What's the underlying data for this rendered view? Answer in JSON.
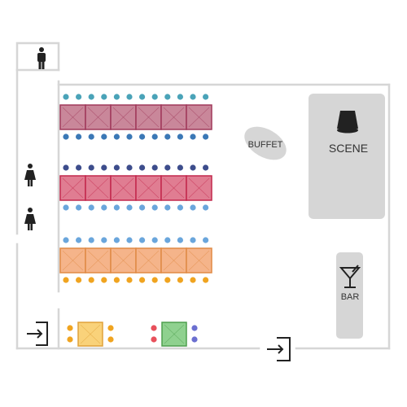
{
  "colors": {
    "wall": "#d6d6d6",
    "zone": "#d6d6d6",
    "table_row1_fill": "#c9879a",
    "table_row1_stroke": "#a0395a",
    "table_row2_fill": "#e07d92",
    "table_row2_stroke": "#c2284c",
    "table_row3_fill": "#f5b48a",
    "table_row3_stroke": "#e08a45",
    "seat_teal": "#4aa3b8",
    "seat_steelblue": "#3b78b6",
    "seat_navy": "#3d4d8c",
    "seat_lightblue": "#6aa6dc",
    "seat_orange": "#f0a420",
    "seat_red": "#e8505b",
    "seat_purple": "#6b6fd0",
    "extra_table_yellow": "#f9d27a",
    "extra_table_green": "#8fd18f",
    "icon": "#222222"
  },
  "labels": {
    "buffet": "BUFFET",
    "stage": "SCENE",
    "bar": "BAR"
  },
  "icons": {
    "restroom_men": "man-icon",
    "restroom_women": "woman-icon",
    "stage": "spotlight-icon",
    "bar": "cocktail-glass-icon",
    "exit": "exit-door-icon"
  },
  "seating": {
    "table_blocks": 3,
    "tables_per_block": 6,
    "seats_per_row": 12,
    "extra_tables": 2
  }
}
